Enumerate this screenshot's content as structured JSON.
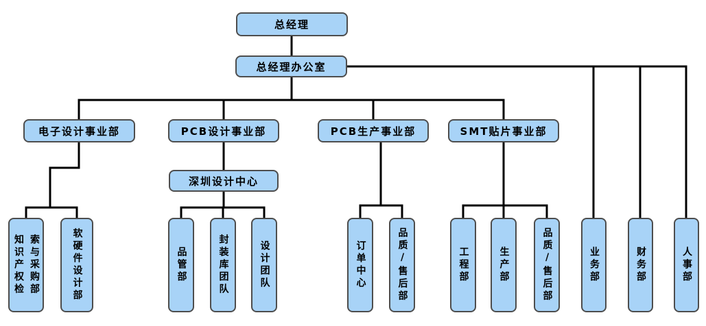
{
  "diagram_type": "organizational-chart",
  "colors": {
    "box_fill": "#A8D3F7",
    "box_border": "#4D4D4D",
    "line": "#000000",
    "text": "#000000",
    "background": "#FFFFFF"
  },
  "nodes": {
    "gm": "总经理",
    "gmo": "总经理办公室",
    "div_electronics": "电子设计事业部",
    "div_pcb_design": "PCB设计事业部",
    "div_pcb_production": "PCB生产事业部",
    "div_smt": "SMT贴片事业部",
    "shenzhen_design_center": "深圳设计中心",
    "ip_search_procurement": "知识产权检\n索与采购部",
    "software_hardware_design": "软硬件设计部",
    "quality_management": "品管部",
    "package_library_team": "封装库团队",
    "design_team": "设计团队",
    "order_center": "订单中心",
    "quality_aftersales_pcb": "品质/售后部",
    "engineering": "工程部",
    "production": "生产部",
    "quality_aftersales_smt": "品质/售后部",
    "business": "业务部",
    "finance": "财务部",
    "hr": "人事部"
  },
  "edges": [
    {
      "from": "总经理",
      "to": "总经理办公室"
    },
    {
      "from": "总经理办公室",
      "to": "电子设计事业部"
    },
    {
      "from": "总经理办公室",
      "to": "PCB设计事业部"
    },
    {
      "from": "总经理办公室",
      "to": "PCB生产事业部"
    },
    {
      "from": "总经理办公室",
      "to": "SMT贴片事业部"
    },
    {
      "from": "总经理办公室",
      "to": "业务部"
    },
    {
      "from": "总经理办公室",
      "to": "财务部"
    },
    {
      "from": "总经理办公室",
      "to": "人事部"
    },
    {
      "from": "电子设计事业部",
      "to": "知识产权检索与采购部"
    },
    {
      "from": "电子设计事业部",
      "to": "软硬件设计部"
    },
    {
      "from": "PCB设计事业部",
      "to": "深圳设计中心"
    },
    {
      "from": "深圳设计中心",
      "to": "品管部"
    },
    {
      "from": "深圳设计中心",
      "to": "封装库团队"
    },
    {
      "from": "深圳设计中心",
      "to": "设计团队"
    },
    {
      "from": "PCB生产事业部",
      "to": "订单中心"
    },
    {
      "from": "PCB生产事业部",
      "to": "品质/售后部"
    },
    {
      "from": "SMT贴片事业部",
      "to": "工程部"
    },
    {
      "from": "SMT贴片事业部",
      "to": "生产部"
    },
    {
      "from": "SMT贴片事业部",
      "to": "品质/售后部"
    }
  ]
}
